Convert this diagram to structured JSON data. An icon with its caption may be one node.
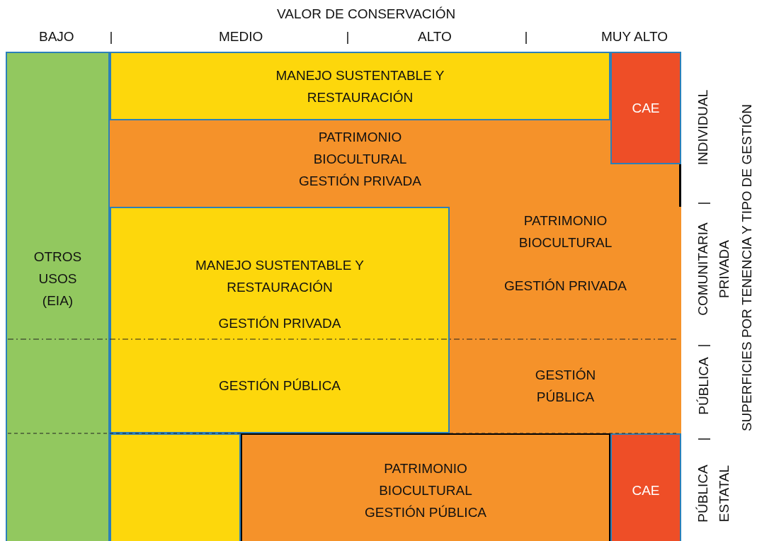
{
  "diagram": {
    "title": "VALOR DE CONSERVACIÓN",
    "nodes": [
      {
        "text": [
          "OTROS USOS (EIA)"
        ]
      },
      {
        "text": [
          "MANEJO SUSTENTABLE Y RESTAURACIÓN"
        ]
      },
      {
        "text": [
          "CAE"
        ]
      },
      {
        "text": [
          "PATRIMONIO BIOCULTURAL GESTIÓN PRIVADA"
        ]
      },
      {
        "text": [
          "MANEJO SUSTENTABLE Y RESTAURACIÓN",
          "GESTIÓN PRIVADA"
        ]
      },
      {
        "text": [
          "PATRIMONIO BIOCULTURAL",
          "GESTIÓN PRIVADA"
        ]
      },
      {
        "text": [
          "GESTIÓN PÚBLICA"
        ]
      },
      {
        "text": [
          "GESTIÓN PÚBLICA"
        ]
      },
      {
        "text": [],
        "shape": "box"
      },
      {
        "text": [
          "PATRIMONIO BIOCULTURAL GESTIÓN PÚBLICA"
        ]
      },
      {
        "text": [
          "CAE"
        ]
      }
    ],
    "labels": [
      "BAJO",
      "|",
      "MEDIO",
      "|",
      "ALTO",
      "|",
      "MUY ALTO",
      "INDIVIDUAL",
      "|",
      "COMUNITARIA PRIVADA",
      "|",
      "PÚBLICA",
      "|",
      "PÚBLICA ESTATAL",
      "SUPERFICIES POR TENENCIA Y TIPO DE GESTIÓN"
    ]
  }
}
